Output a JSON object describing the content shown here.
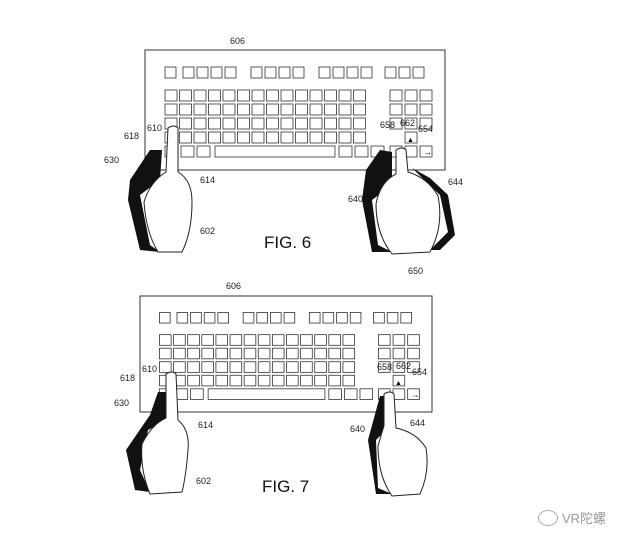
{
  "figures": [
    {
      "caption": "FIG. 6",
      "labels": {
        "keyboard": "606",
        "left_finger": "610",
        "left_key": "618",
        "left_shadow": "630",
        "left_contact": "614",
        "left_hand": "602",
        "right_key_a": "658",
        "right_key_b": "662",
        "right_key_c": "654",
        "right_finger": "640",
        "right_shadow": "644",
        "right_hand": "650"
      }
    },
    {
      "caption": "FIG. 7",
      "labels": {
        "keyboard": "606",
        "left_finger": "610",
        "left_key": "618",
        "left_shadow": "630",
        "left_contact": "614",
        "left_hand": "602",
        "right_key_a": "658",
        "right_key_b": "662",
        "right_key_c": "654",
        "right_finger": "640",
        "right_shadow": "644"
      }
    }
  ],
  "watermark": "VR陀螺"
}
